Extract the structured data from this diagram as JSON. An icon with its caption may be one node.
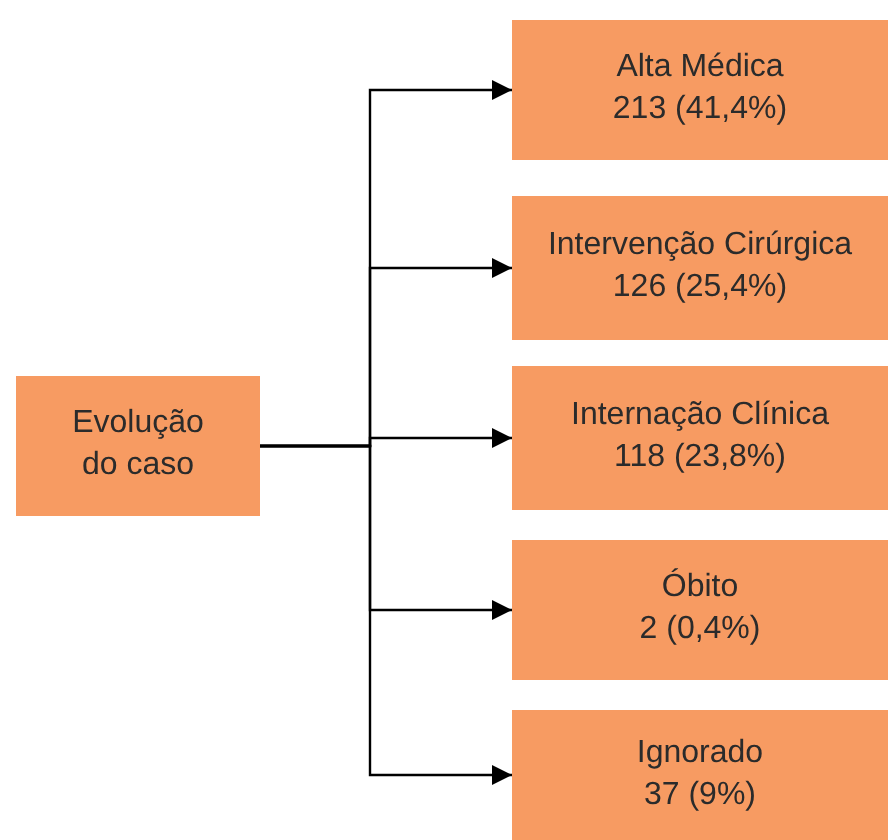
{
  "diagram": {
    "nodes": [
      {
        "text": [
          "Evolução do caso"
        ]
      },
      {
        "text": [
          "Alta Médica",
          "213 (41,4%)"
        ]
      },
      {
        "text": [
          "Intervenção Cirúrgica",
          "126 (25,4%)"
        ]
      },
      {
        "text": [
          "Internação Clínica",
          "118 (23,8%)"
        ]
      },
      {
        "text": [
          "Óbito",
          "2 (0,4%)"
        ]
      },
      {
        "text": [
          "Ignorado",
          "37 (9%)"
        ]
      }
    ],
    "edges": [
      {
        "from": 0,
        "to": 1,
        "arrow": "to"
      },
      {
        "from": 0,
        "to": 2,
        "arrow": "to"
      },
      {
        "from": 0,
        "to": 3,
        "arrow": "to"
      },
      {
        "from": 0,
        "to": 4,
        "arrow": "to"
      },
      {
        "from": 0,
        "to": 5,
        "arrow": "to"
      }
    ]
  }
}
